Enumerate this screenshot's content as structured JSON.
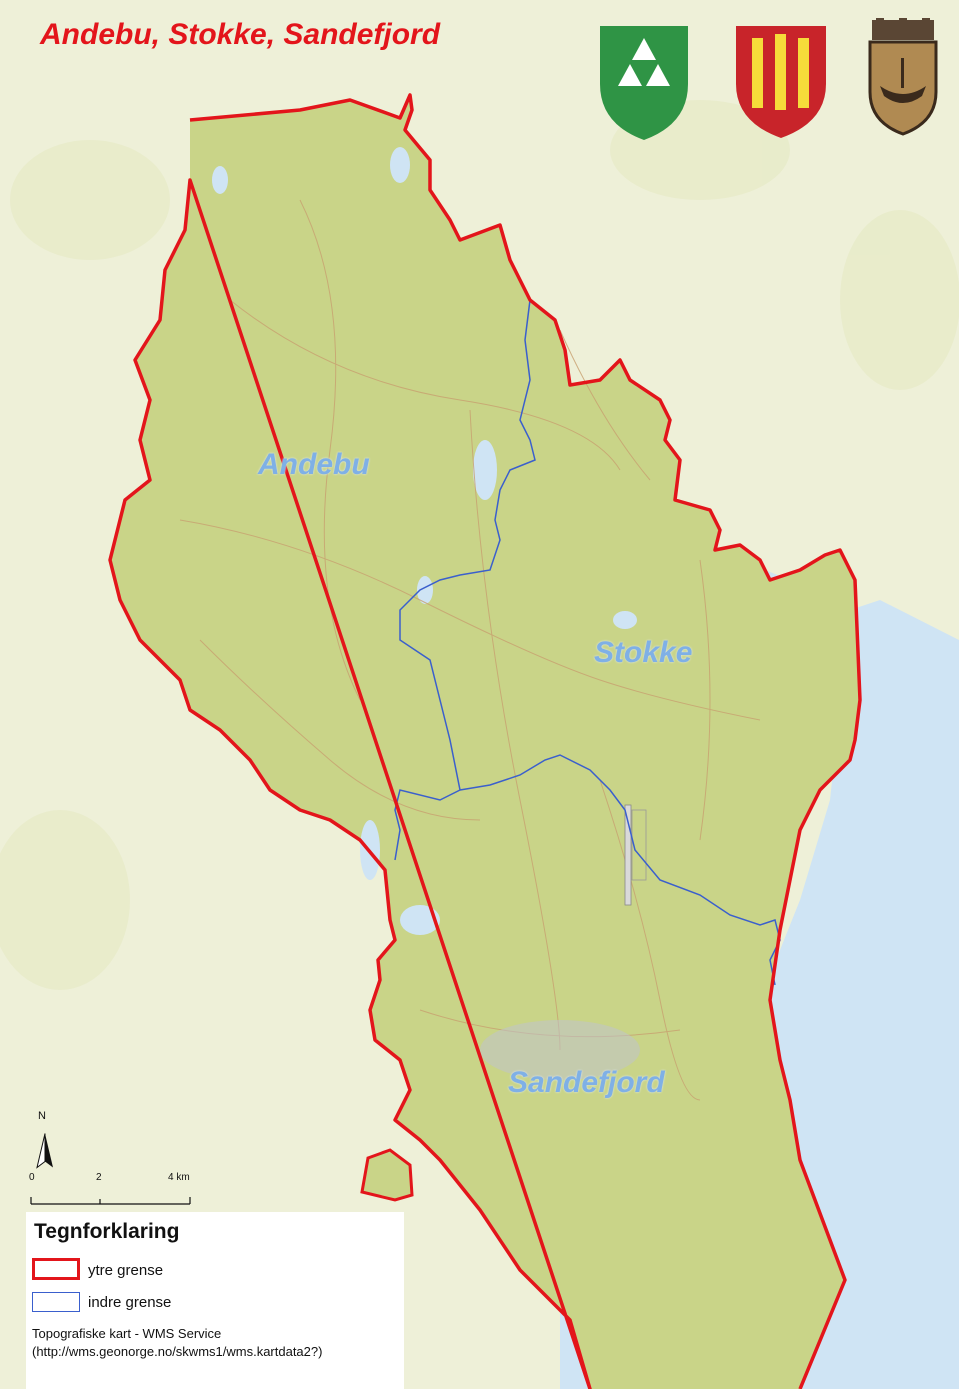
{
  "title": "Andebu, Stokke, Sandefjord",
  "labels": {
    "andebu": "Andebu",
    "stokke": "Stokke",
    "sandefjord": "Sandefjord"
  },
  "scale": {
    "ticks": [
      "0",
      "2",
      "4 km"
    ]
  },
  "north": "N",
  "legend": {
    "title": "Tegnforklaring",
    "items": [
      {
        "label": "ytre grense",
        "color": "#e3151b"
      },
      {
        "label": "indre grense",
        "color": "#3a5fcd"
      }
    ],
    "source_line1": "Topografiske kart - WMS Service",
    "source_line2": "(http://wms.geonorge.no/skwms1/wms.kartdata2?)"
  },
  "colors": {
    "outer_border": "#e3151b",
    "inner_border": "#3a5fcd",
    "land_inside": "#c9d488",
    "land_outside": "#eef0d8",
    "water": "#cfe4f4",
    "label": "#7fb0e6"
  },
  "crests": [
    {
      "name": "andebu-crest-icon",
      "color": "#2f9445"
    },
    {
      "name": "stokke-crest-icon",
      "color": "#c8242a"
    },
    {
      "name": "sandefjord-crest-icon",
      "color": "#5a4634"
    }
  ]
}
